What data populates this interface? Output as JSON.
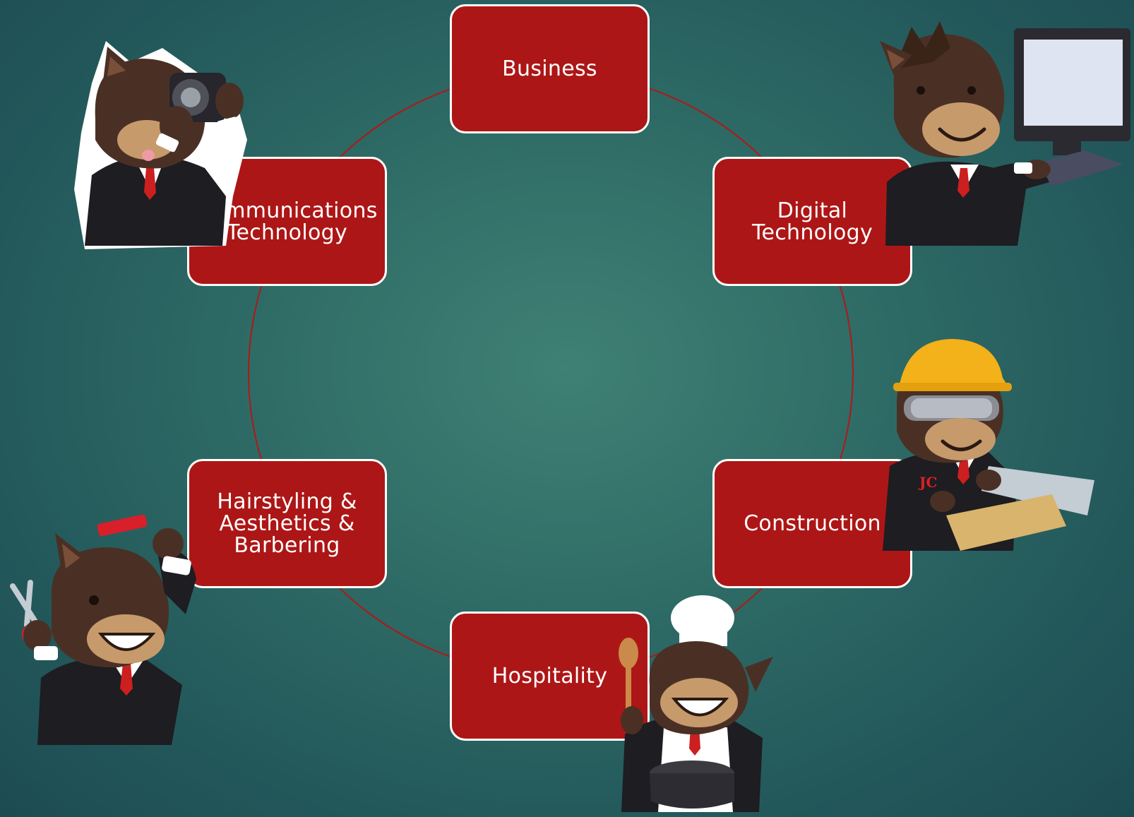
{
  "diagram": {
    "nodes": [
      {
        "id": "business",
        "label": "Business"
      },
      {
        "id": "digital-technology",
        "label": "Digital\nTechnology"
      },
      {
        "id": "construction",
        "label": "Construction"
      },
      {
        "id": "hospitality",
        "label": "Hospitality"
      },
      {
        "id": "hairstyling",
        "label": "Hairstyling &\nAesthetics &\nBarbering"
      },
      {
        "id": "communications-technology",
        "label": "Communications\nTechnology"
      }
    ],
    "edges": [
      [
        "business",
        "digital-technology"
      ],
      [
        "digital-technology",
        "construction"
      ],
      [
        "construction",
        "hospitality"
      ],
      [
        "hospitality",
        "hairstyling"
      ],
      [
        "hairstyling",
        "communications-technology"
      ],
      [
        "communications-technology",
        "business"
      ]
    ],
    "layout": "cycle"
  },
  "colors": {
    "background": "#2f6c66",
    "node_fill": "#ad1616",
    "node_border": "#ffffff",
    "connector": "#b01818",
    "mascot_fur": "#4a3024",
    "mascot_suit": "#1d1d22",
    "mascot_tie": "#cc1f1f"
  },
  "mascots": [
    {
      "name": "photographer-mascot",
      "icon": "camera-icon"
    },
    {
      "name": "computer-mascot",
      "icon": "monitor-icon"
    },
    {
      "name": "construction-mascot",
      "icon": "hard-hat-icon"
    },
    {
      "name": "chef-mascot",
      "icon": "chef-hat-icon"
    },
    {
      "name": "barber-mascot",
      "icon": "scissors-icon"
    }
  ]
}
